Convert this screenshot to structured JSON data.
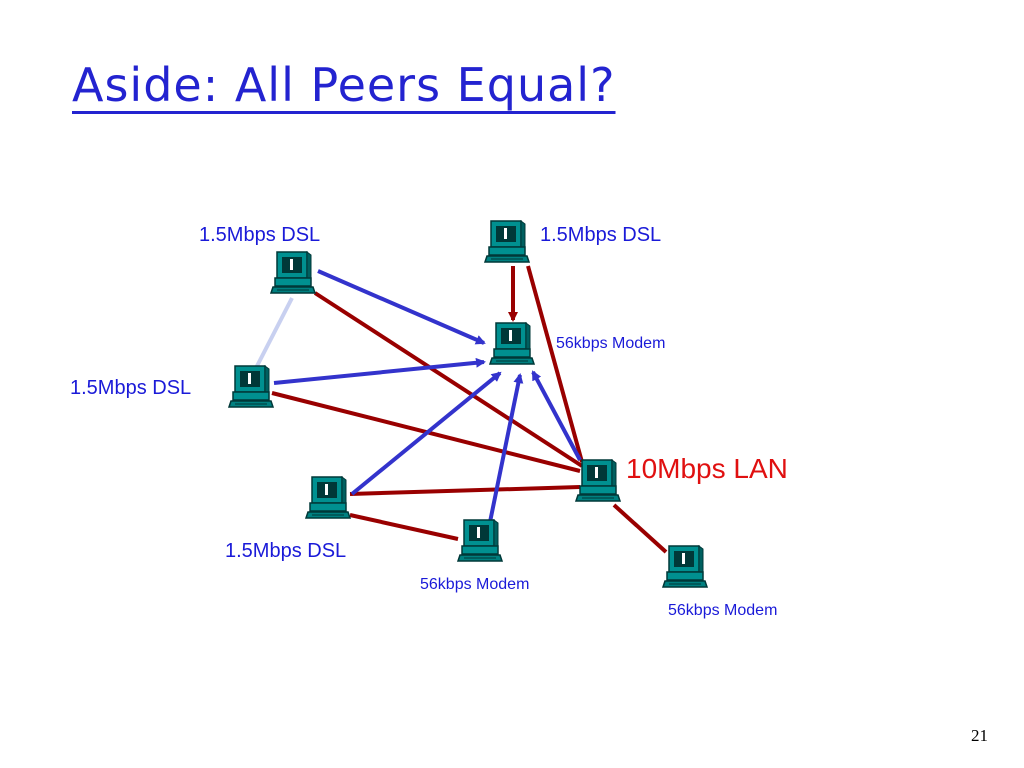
{
  "slide": {
    "title": "Aside: All Peers Equal?",
    "page_number": "21"
  },
  "labels": {
    "dsl_top_left": "1.5Mbps DSL",
    "dsl_top_right": "1.5Mbps DSL",
    "modem_center": "56kbps Modem",
    "dsl_left": "1.5Mbps DSL",
    "lan": "10Mbps LAN",
    "dsl_bottom": "1.5Mbps DSL",
    "modem_bottom_center": "56kbps Modem",
    "modem_bottom_right": "56kbps Modem"
  },
  "colors": {
    "title": "#2323d0",
    "label": "#1a1ad8",
    "lan_label": "#e01010",
    "blue_link": "#3333cc",
    "red_link": "#990000",
    "light_link": "#c8d0f0",
    "computer_body": "#009090",
    "computer_dark": "#003838"
  },
  "icons": [
    "computer-icon"
  ]
}
